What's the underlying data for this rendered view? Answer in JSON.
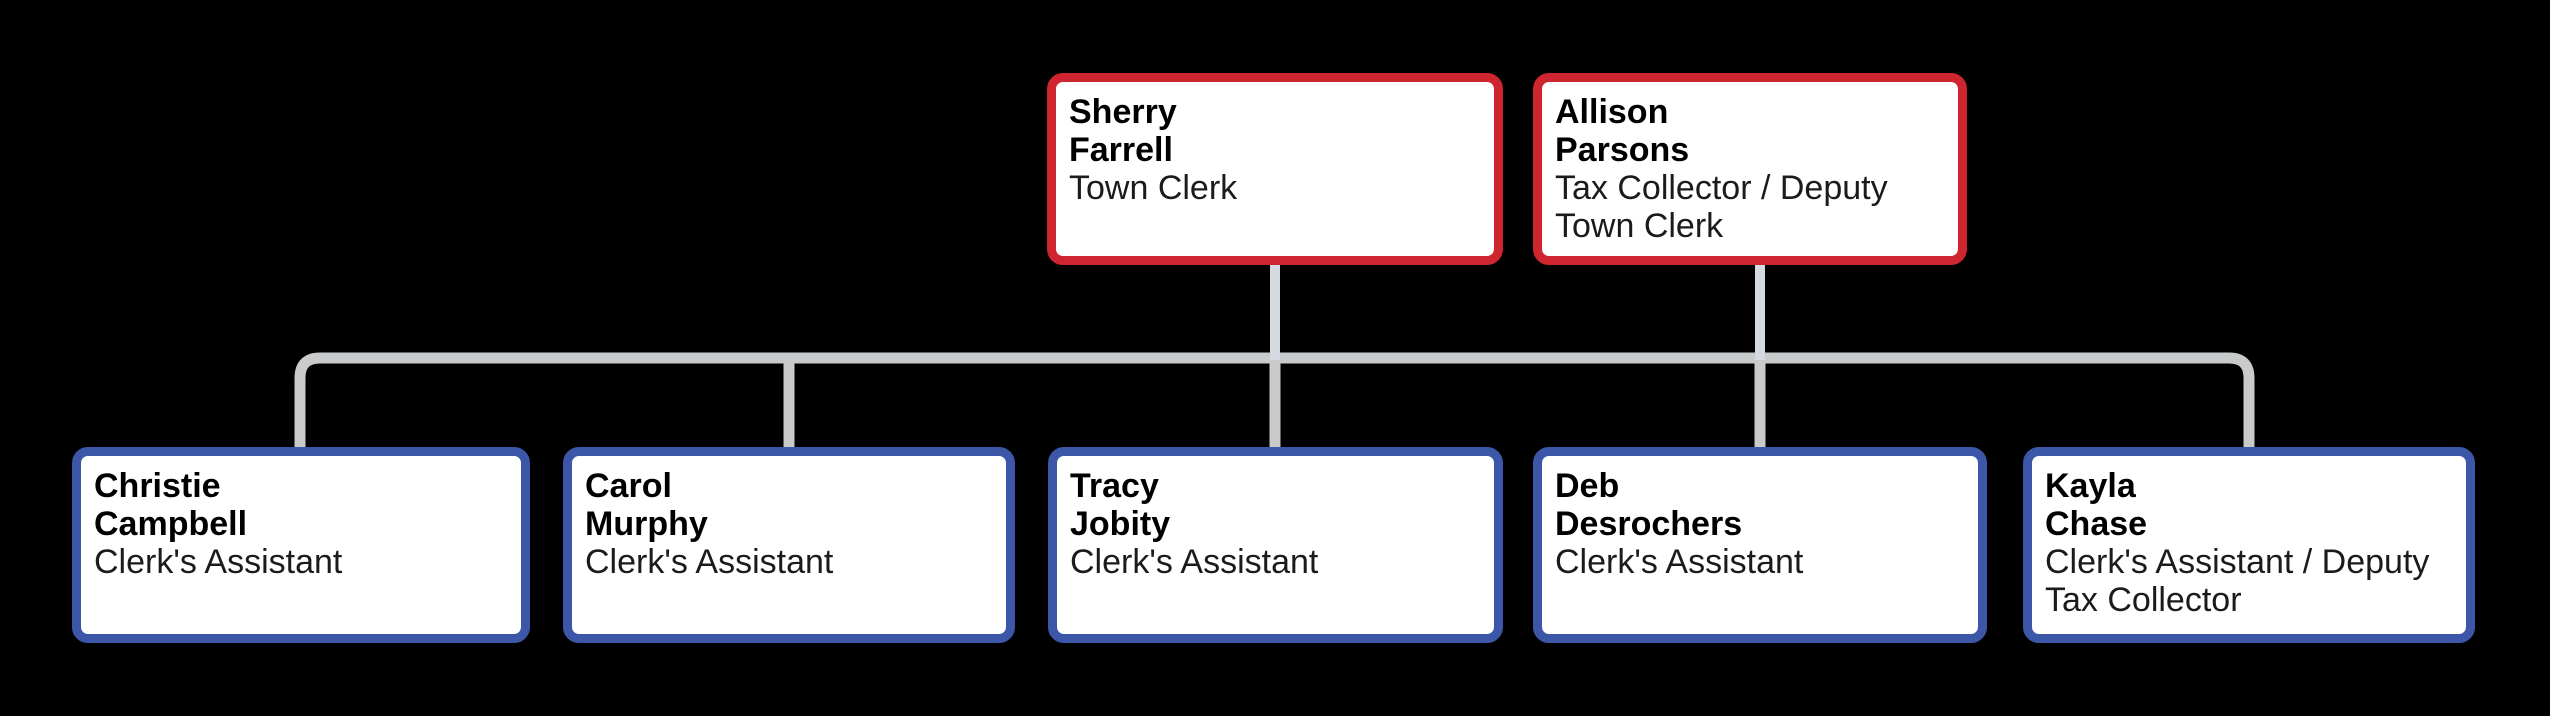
{
  "chart": {
    "type": "org-chart",
    "background_color": "#000000",
    "connector_color": "#c9cacc",
    "connector_color_top_segments": "#d5d9e0",
    "manager_border_color": "#cf2530",
    "staff_border_color": "#3d57a8",
    "top_row": [
      "Sherry Farrell",
      "Allison Parsons"
    ],
    "bottom_row": [
      "Christie Campbell",
      "Carol Murphy",
      "Tracy Jobity",
      "Deb Desrochers",
      "Kayla Chase"
    ],
    "nodes": [
      {
        "name": "Sherry\nFarrell",
        "role": "Town Clerk",
        "tier": "manager"
      },
      {
        "name": "Allison\nParsons",
        "role": "Tax Collector / Deputy\nTown Clerk",
        "tier": "manager"
      },
      {
        "name": "Christie\nCampbell",
        "role": "Clerk's Assistant",
        "tier": "staff"
      },
      {
        "name": "Carol\nMurphy",
        "role": "Clerk's Assistant",
        "tier": "staff"
      },
      {
        "name": "Tracy\nJobity",
        "role": "Clerk's Assistant",
        "tier": "staff"
      },
      {
        "name": "Deb\nDesrochers",
        "role": "Clerk's Assistant",
        "tier": "staff"
      },
      {
        "name": "Kayla\nChase",
        "role": "Clerk's Assistant / Deputy\nTax Collector",
        "tier": "staff"
      }
    ]
  }
}
